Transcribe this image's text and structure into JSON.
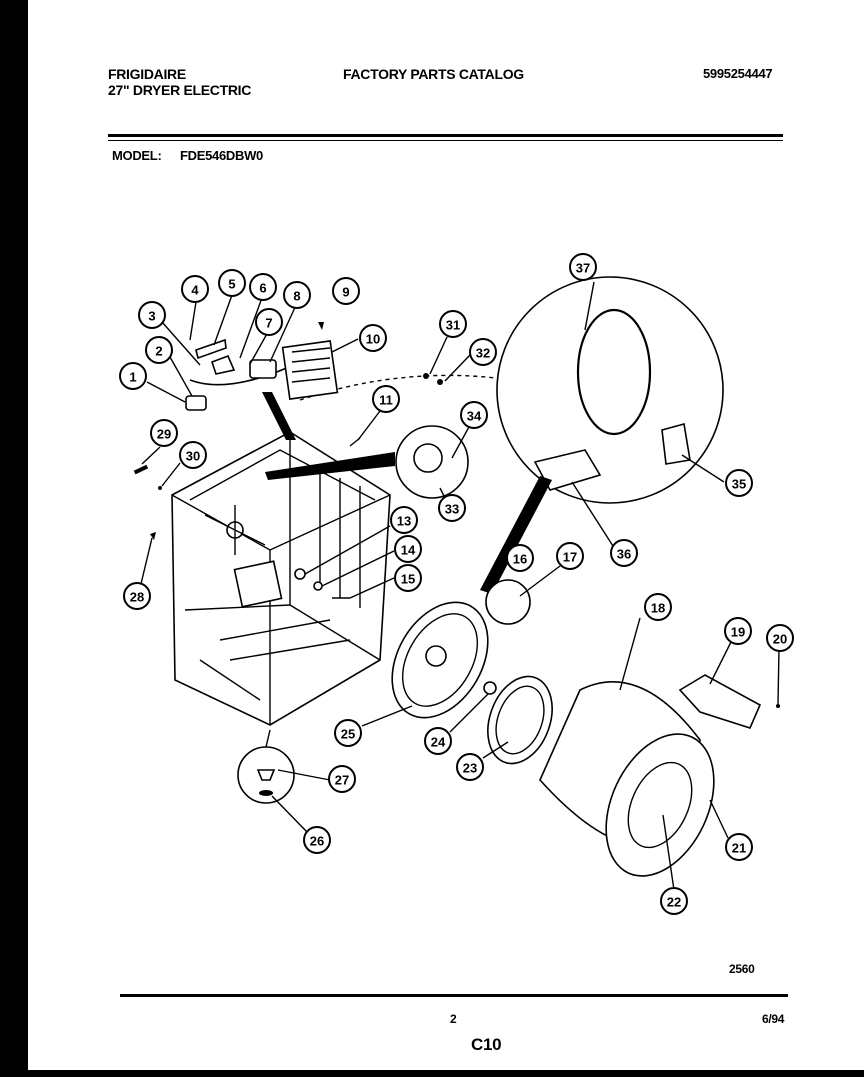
{
  "header": {
    "brand": "FRIGIDAIRE",
    "product": "27\" DRYER ELECTRIC",
    "catalog_title": "FACTORY PARTS CATALOG",
    "part_number": "5995254447",
    "model_label": "MODEL:",
    "model_value": "FDE546DBW0"
  },
  "footer": {
    "diagram_number": "2560",
    "page_number": "2",
    "date_code": "6/94",
    "section_code": "C10"
  },
  "callouts": [
    "1",
    "2",
    "3",
    "4",
    "5",
    "6",
    "7",
    "8",
    "9",
    "10",
    "11",
    "13",
    "14",
    "15",
    "16",
    "17",
    "18",
    "19",
    "20",
    "21",
    "22",
    "23",
    "24",
    "25",
    "26",
    "27",
    "28",
    "29",
    "30",
    "31",
    "32",
    "33",
    "34",
    "35",
    "36",
    "37"
  ]
}
